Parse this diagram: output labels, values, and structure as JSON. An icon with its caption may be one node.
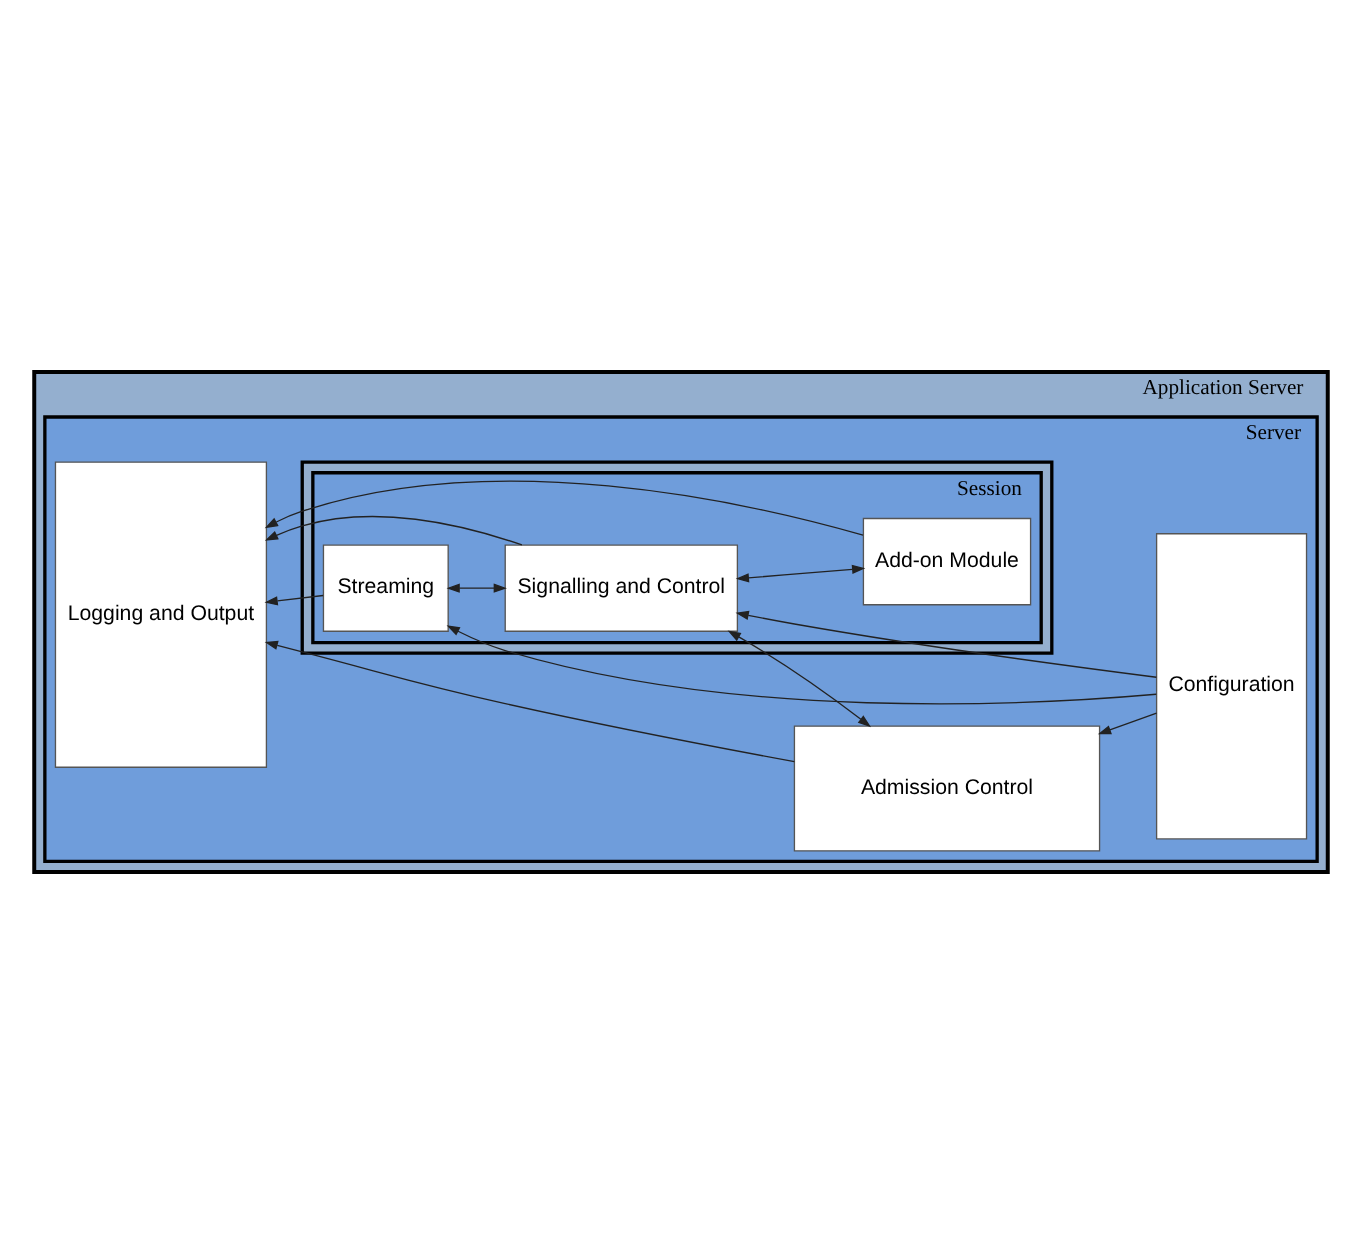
{
  "diagram": {
    "nodes": [
      {
        "text": [
          "Application Server"
        ]
      },
      {
        "text": [
          "Server"
        ],
        "in": 0
      },
      {
        "text": [
          "Logging and Output"
        ],
        "in": 1
      },
      {
        "text": [
          "Admission Control"
        ],
        "in": 1
      },
      {
        "text": [
          "Configuration"
        ],
        "in": 1
      },
      {
        "text": [],
        "shape": "box",
        "in": 1
      },
      {
        "text": [
          "Session"
        ],
        "in": 5
      },
      {
        "text": [
          "Add-on Module"
        ],
        "in": 6
      },
      {
        "text": [
          "Signalling and Control"
        ],
        "in": 6
      },
      {
        "text": [
          "Streaming"
        ],
        "in": 6
      }
    ],
    "edges": [
      {
        "from": 3,
        "to": 2,
        "arrow": "to"
      },
      {
        "from": 4,
        "to": 3,
        "arrow": "to"
      },
      {
        "from": 3,
        "to": 8,
        "arrow": "both"
      },
      {
        "from": 8,
        "to": 2,
        "arrow": "to"
      },
      {
        "from": 7,
        "to": 2,
        "arrow": "to"
      },
      {
        "from": 7,
        "to": 8,
        "arrow": "both"
      },
      {
        "from": 4,
        "to": 8,
        "arrow": "to"
      },
      {
        "from": 8,
        "to": 9,
        "arrow": "both"
      },
      {
        "from": 9,
        "to": 2,
        "arrow": "to"
      },
      {
        "from": 4,
        "to": 9,
        "arrow": "to"
      }
    ]
  }
}
